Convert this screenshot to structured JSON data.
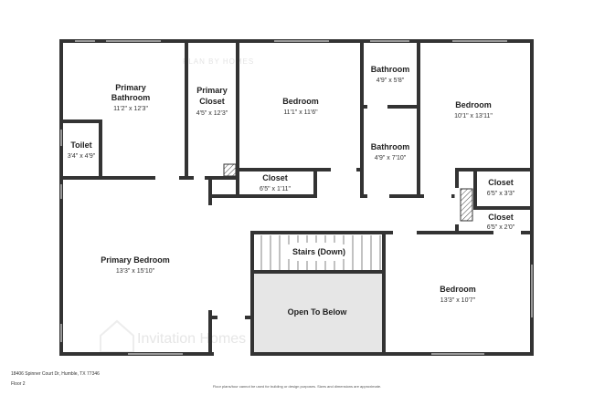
{
  "watermark": {
    "brand": "Invitation Homes",
    "top_text": "PLAN BY HOMES"
  },
  "rooms": [
    {
      "id": "primary-bathroom",
      "name_lines": [
        "Primary",
        "Bathroom"
      ],
      "dim": "11'2\" x 12'3\""
    },
    {
      "id": "primary-closet",
      "name_lines": [
        "Primary",
        "Closet"
      ],
      "dim": "4'5\" x 12'3\""
    },
    {
      "id": "bedroom-top",
      "name_lines": [
        "Bedroom"
      ],
      "dim": "11'1\" x 11'6\""
    },
    {
      "id": "bathroom-a",
      "name_lines": [
        "Bathroom"
      ],
      "dim": "4'9\" x 5'8\""
    },
    {
      "id": "bathroom-b",
      "name_lines": [
        "Bathroom"
      ],
      "dim": "4'9\" x 7'10\""
    },
    {
      "id": "bedroom-right",
      "name_lines": [
        "Bedroom"
      ],
      "dim": "10'1\" x 13'11\""
    },
    {
      "id": "toilet",
      "name_lines": [
        "Toilet"
      ],
      "dim": "3'4\" x 4'9\""
    },
    {
      "id": "closet-small",
      "name_lines": [
        "Closet"
      ],
      "dim": "6'5\" x 1'11\""
    },
    {
      "id": "closet-right-a",
      "name_lines": [
        "Closet"
      ],
      "dim": "6'5\" x 3'3\""
    },
    {
      "id": "closet-right-b",
      "name_lines": [
        "Closet"
      ],
      "dim": "6'5\" x 2'0\""
    },
    {
      "id": "primary-bedroom",
      "name_lines": [
        "Primary Bedroom"
      ],
      "dim": "13'3\" x 15'10\""
    },
    {
      "id": "stairs",
      "name_lines": [
        "Stairs (Down)"
      ],
      "dim": ""
    },
    {
      "id": "open-to-below",
      "name_lines": [
        "Open To Below"
      ],
      "dim": ""
    },
    {
      "id": "bedroom-bottom",
      "name_lines": [
        "Bedroom"
      ],
      "dim": "13'3\" x 10'7\""
    }
  ],
  "footer": {
    "address": "18406 Spinner Court Dr, Humble, TX 77346",
    "floor": "Floor 2",
    "disclaimer": "Floor plans/tour cannot be used for building or design purposes. Sizes and dimensions are approximate."
  }
}
